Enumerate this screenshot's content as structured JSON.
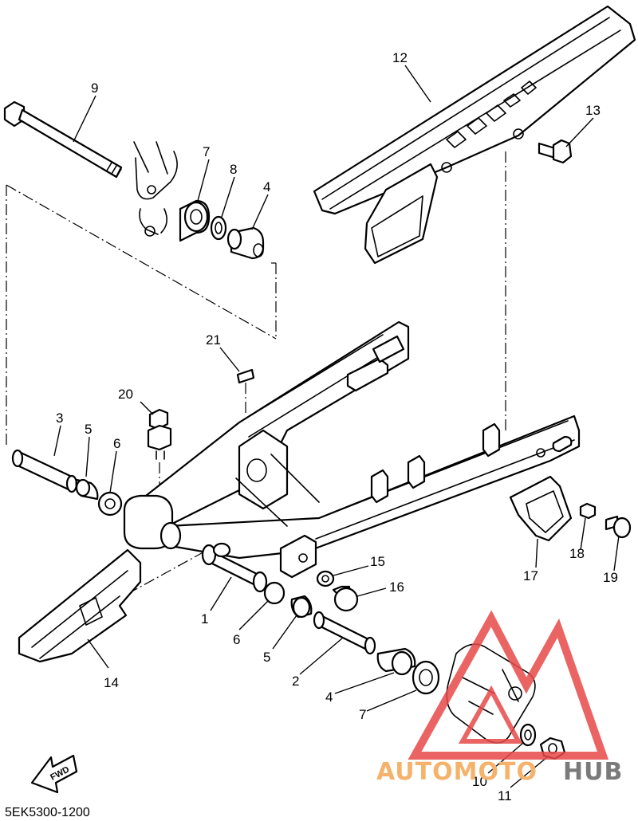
{
  "diagram": {
    "code": "5EK5300-1200",
    "fwd_label": "FWD",
    "callouts": [
      "1",
      "2",
      "3",
      "4",
      "4",
      "5",
      "5",
      "6",
      "6",
      "7",
      "7",
      "8",
      "9",
      "10",
      "11",
      "12",
      "13",
      "14",
      "15",
      "16",
      "17",
      "18",
      "19",
      "20",
      "21"
    ]
  },
  "watermark": {
    "text_a": "AUTOMOTO",
    "text_b": "HUB",
    "color_a": "#f5b26b",
    "color_b": "#7a7a7a",
    "mark_color": "#e8494a"
  }
}
